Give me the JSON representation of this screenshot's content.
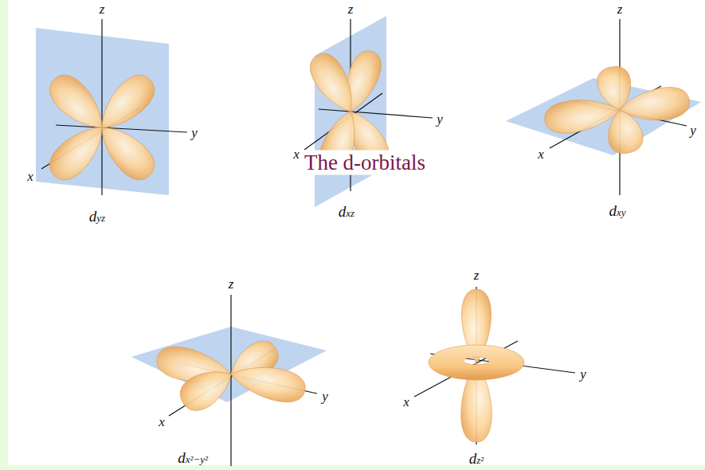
{
  "diagram": {
    "title": "The d-orbitals",
    "labels": [
      "z",
      "y",
      "x",
      "dyz",
      "z",
      "y",
      "x",
      "dxz",
      "z",
      "y",
      "x",
      "dxy",
      "z",
      "y",
      "x",
      "dx²−y²",
      "z",
      "y",
      "x",
      "dz²"
    ]
  }
}
